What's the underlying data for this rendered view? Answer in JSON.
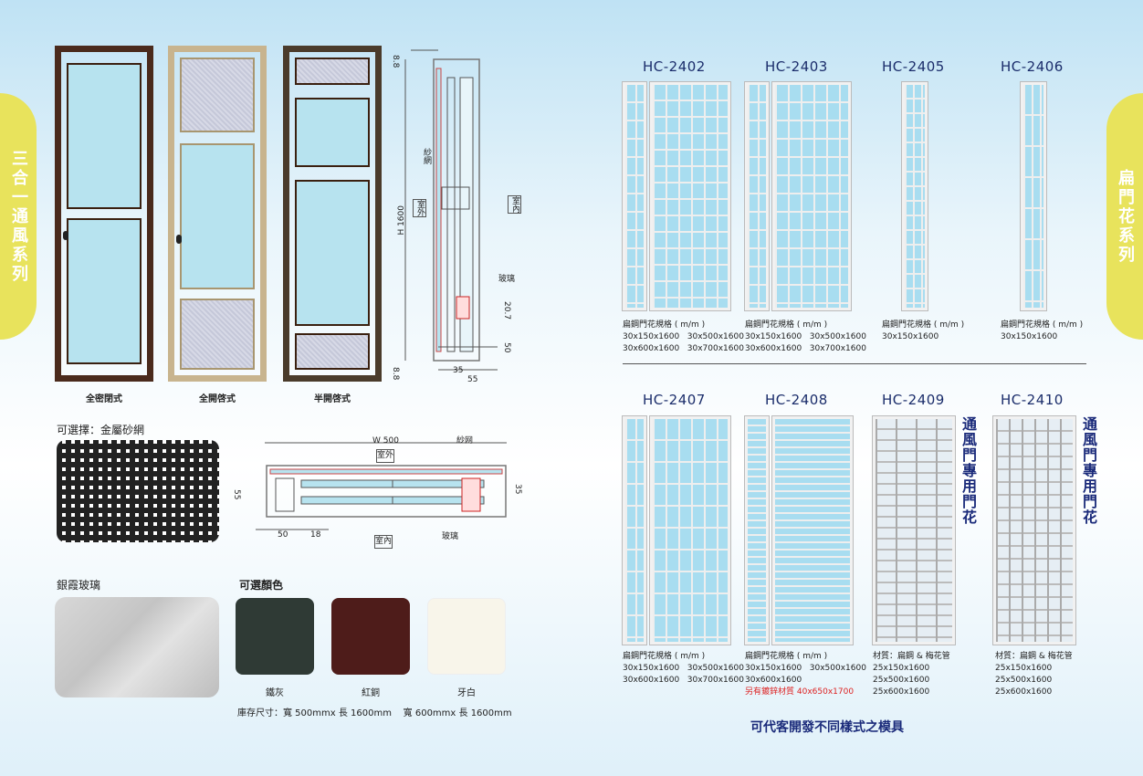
{
  "side_tabs": {
    "left": "三合一通風系列",
    "right": "扁門花系列"
  },
  "doors": [
    {
      "caption": "全密閉式"
    },
    {
      "caption": "全開啓式"
    },
    {
      "caption": "半開啓式"
    }
  ],
  "vertical_section": {
    "dim_top": "8.8",
    "dim_height": "H 1600",
    "dim_bottom": "8.8",
    "mesh": "紗網",
    "outdoor": "室外",
    "indoor": "室內",
    "glass": "玻璃",
    "dim_20_7": "20.7",
    "dim_50": "50",
    "dim_35": "35",
    "dim_55": "55"
  },
  "mesh_option": {
    "label": "可選擇：金屬砂網"
  },
  "horizontal_section": {
    "width": "W 500",
    "mesh": "紗网",
    "outdoor": "室外",
    "indoor": "室內",
    "glass": "玻璃",
    "dim_55": "55",
    "dim_35": "35",
    "dim_50": "50",
    "dim_18": "18"
  },
  "glass_option": {
    "label": "銀霞玻璃"
  },
  "colors": {
    "label": "可選顏色",
    "items": [
      {
        "name": "鐵灰",
        "hex": "#2f3a35"
      },
      {
        "name": "紅銅",
        "hex": "#4e1c1a"
      },
      {
        "name": "牙白",
        "hex": "#f8f5ea"
      }
    ]
  },
  "stock_note": "庫存尺寸：寬 500mmx 長 1600mm    寬 600mmx 長 1600mm",
  "models_top": [
    {
      "code": "HC-2402",
      "spec_title": "扁鋼門花規格 ( m/m )",
      "specs": [
        "30x150x1600   30x500x1600",
        "30x600x1600   30x700x1600"
      ]
    },
    {
      "code": "HC-2403",
      "spec_title": "扁鋼門花規格 ( m/m )",
      "specs": [
        "30x150x1600   30x500x1600",
        "30x600x1600   30x700x1600"
      ]
    },
    {
      "code": "HC-2405",
      "spec_title": "扁鋼門花規格 ( m/m )",
      "specs": [
        "30x150x1600"
      ]
    },
    {
      "code": "HC-2406",
      "spec_title": "扁鋼門花規格 ( m/m )",
      "specs": [
        "30x150x1600"
      ]
    }
  ],
  "models_bottom": [
    {
      "code": "HC-2407",
      "spec_title": "扁鋼門花規格 ( m/m )",
      "specs": [
        "30x150x1600   30x500x1600",
        "30x600x1600   30x700x1600"
      ]
    },
    {
      "code": "HC-2408",
      "spec_title": "扁鋼門花規格 ( m/m )",
      "specs": [
        "30x150x1600   30x500x1600",
        "30x600x1600"
      ],
      "note": "另有鍍鋅材質 40x650x1700"
    },
    {
      "code": "HC-2409",
      "spec_title": "材質：扁鋼 & 梅花管",
      "specs": [
        "25x150x1600",
        "25x500x1600",
        "25x600x1600"
      ]
    },
    {
      "code": "HC-2410",
      "spec_title": "材質：扁鋼 & 梅花管",
      "specs": [
        "25x150x1600",
        "25x500x1600",
        "25x600x1600"
      ]
    }
  ],
  "vent_labels": [
    "通風門專用門花",
    "通風門專用門花"
  ],
  "footer": "可代客開發不同樣式之模具"
}
